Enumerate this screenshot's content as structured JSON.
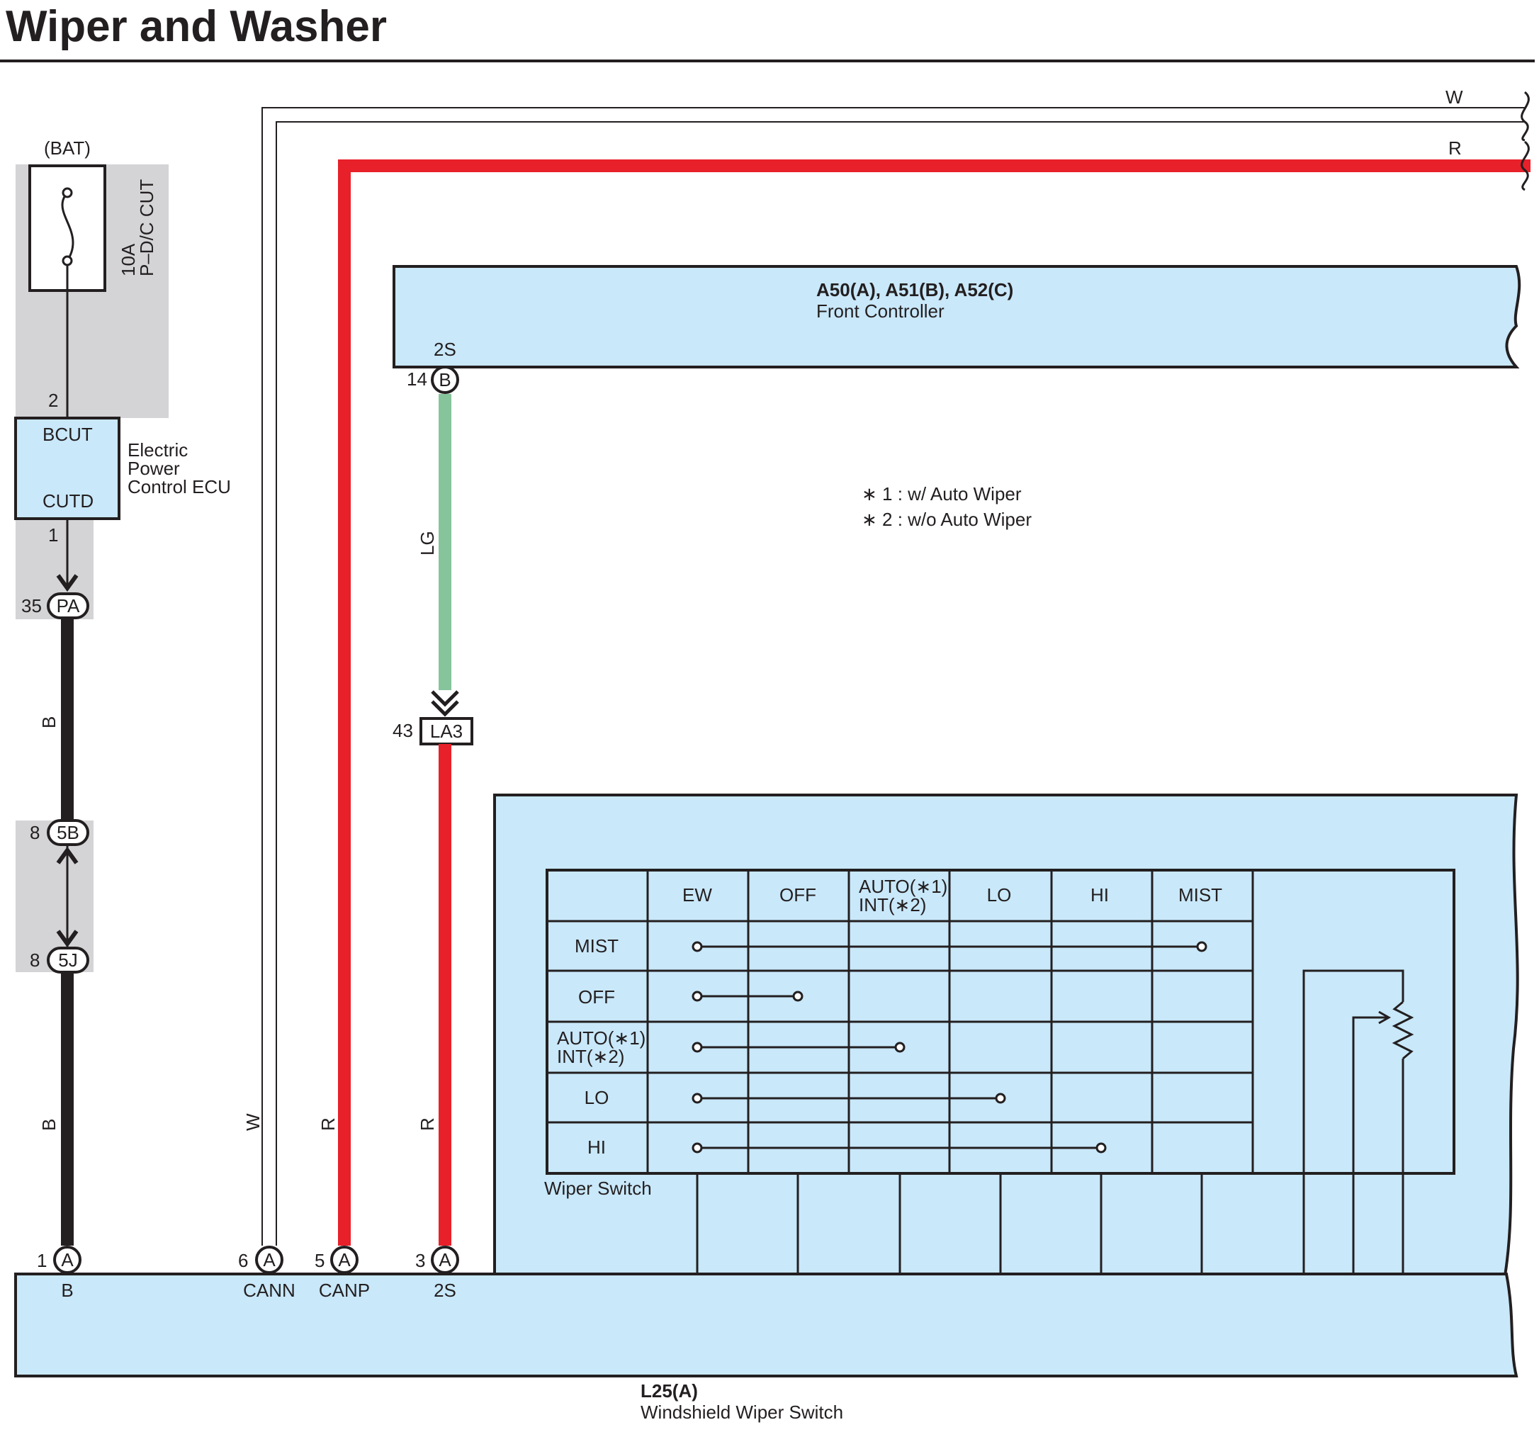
{
  "title": "Wiper and Washer",
  "colors": {
    "component_fill": "#c9e8fa",
    "shade": "#d4d4d6",
    "wire_red": "#e8202a",
    "wire_black": "#231f20",
    "wire_lightgreen": "#86c49c",
    "wire_white": "#ffffff",
    "outline": "#231f20"
  },
  "fuse": {
    "label_bat": "(BAT)",
    "amp": "10A",
    "name": "P–D/C CUT"
  },
  "ecu": {
    "name_line1": "Electric",
    "name_line2": "Power",
    "name_line3": "Control ECU",
    "terminal_top": "BCUT",
    "terminal_bottom": "CUTD",
    "pin_top": "2",
    "pin_bottom": "1"
  },
  "junctions": {
    "pa": {
      "pin": "35",
      "code": "PA"
    },
    "j5b": {
      "pin": "8",
      "code": "5B"
    },
    "j5j": {
      "pin": "8",
      "code": "5J"
    },
    "la3": {
      "pin": "43",
      "code": "LA3"
    }
  },
  "wire_labels": {
    "top_w": "W",
    "top_r": "R",
    "black_upper": "B",
    "black_lower": "B",
    "white": "W",
    "red_canp": "R",
    "red_2s": "R",
    "lightgreen": "LG"
  },
  "front_controller": {
    "codes": "A50(A), A51(B), A52(C)",
    "name": "Front Controller",
    "terminal": "2S",
    "pin": "14",
    "connector": "B"
  },
  "notes": [
    "∗ 1 : w/ Auto Wiper",
    "∗ 2 : w/o Auto Wiper"
  ],
  "wiper_switch": {
    "label": "Wiper Switch",
    "columns": [
      "EW",
      "OFF",
      "AUTO(∗1)",
      "INT(∗2)",
      "LO",
      "HI",
      "MIST"
    ],
    "rows": [
      "MIST",
      "OFF",
      "AUTO(∗1)",
      "INT(∗2)",
      "LO",
      "HI"
    ]
  },
  "switch_connector": {
    "code": "L25(A)",
    "name": "Windshield Wiper Switch",
    "pins": [
      {
        "pin": "1",
        "connector": "A",
        "terminal": "B"
      },
      {
        "pin": "6",
        "connector": "A",
        "terminal": "CANN"
      },
      {
        "pin": "5",
        "connector": "A",
        "terminal": "CANP"
      },
      {
        "pin": "3",
        "connector": "A",
        "terminal": "2S"
      }
    ]
  }
}
